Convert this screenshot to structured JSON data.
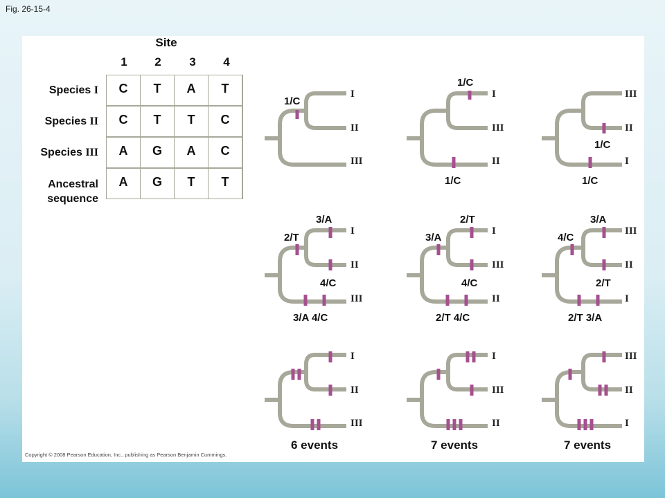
{
  "figure_label": "Fig. 26-15-4",
  "copyright": "Copyright © 2008 Pearson Education, Inc., publishing as Pearson Benjamin Cummings.",
  "table": {
    "title": "Site",
    "sites": [
      "1",
      "2",
      "3",
      "4"
    ],
    "rows": [
      {
        "prefix": "Species ",
        "roman": "I",
        "bases": [
          "C",
          "T",
          "A",
          "T"
        ]
      },
      {
        "prefix": "Species ",
        "roman": "II",
        "bases": [
          "C",
          "T",
          "T",
          "C"
        ]
      },
      {
        "prefix": "Species ",
        "roman": "III",
        "bases": [
          "A",
          "G",
          "A",
          "C"
        ]
      }
    ],
    "ancestral": {
      "line1": "Ancestral",
      "line2": "sequence",
      "bases": [
        "A",
        "G",
        "T",
        "T"
      ]
    }
  },
  "colors": {
    "branch": "#a8a89a",
    "mark": "#a5508f",
    "panel": "#ffffff"
  },
  "trees": {
    "row1": [
      {
        "tips": [
          "I",
          "II",
          "III"
        ],
        "annotations": [
          "1/C"
        ]
      },
      {
        "tips": [
          "I",
          "III",
          "II"
        ],
        "annotations": [
          "1/C",
          "1/C"
        ]
      },
      {
        "tips": [
          "III",
          "II",
          "I"
        ],
        "annotations": [
          "1/C",
          "1/C"
        ]
      }
    ],
    "row2": [
      {
        "tips": [
          "I",
          "II",
          "III"
        ],
        "annotations": [
          "3/A",
          "2/T",
          "4/C",
          "3/A 4/C"
        ]
      },
      {
        "tips": [
          "I",
          "III",
          "II"
        ],
        "annotations": [
          "2/T",
          "3/A",
          "4/C",
          "2/T 4/C"
        ]
      },
      {
        "tips": [
          "III",
          "II",
          "I"
        ],
        "annotations": [
          "3/A",
          "4/C",
          "2/T",
          "2/T 3/A"
        ]
      }
    ],
    "row3": [
      {
        "tips": [
          "I",
          "II",
          "III"
        ],
        "events": "6 events"
      },
      {
        "tips": [
          "I",
          "III",
          "II"
        ],
        "events": "7 events"
      },
      {
        "tips": [
          "III",
          "II",
          "I"
        ],
        "events": "7 events"
      }
    ]
  }
}
